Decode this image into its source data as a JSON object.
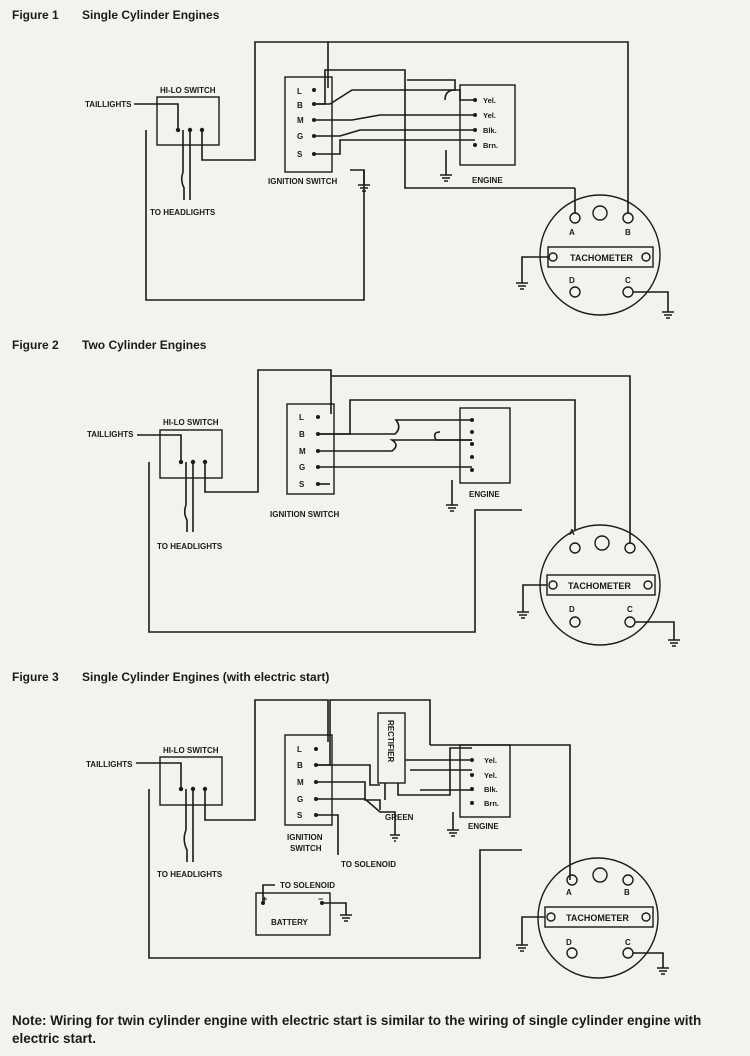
{
  "figures": [
    {
      "number": "Figure 1",
      "title": "Single Cylinder Engines"
    },
    {
      "number": "Figure 2",
      "title": "Two Cylinder Engines"
    },
    {
      "number": "Figure 3",
      "title": "Single Cylinder Engines (with electric start)"
    }
  ],
  "labels": {
    "taillights": "TAILLIGHTS",
    "hilo_switch": "HI-LO SWITCH",
    "to_headlights": "TO HEADLIGHTS",
    "ignition_switch": "IGNITION SWITCH",
    "ignition": "IGNITION",
    "switch": "SWITCH",
    "engine": "ENGINE",
    "tachometer": "TACHOMETER",
    "rectifier": "RECTIFIER",
    "green": "GREEN",
    "to_solenoid": "TO SOLENOID",
    "battery": "BATTERY",
    "plus": "+",
    "minus": "−"
  },
  "ignition_terminals": [
    "L",
    "B",
    "M",
    "G",
    "S"
  ],
  "engine_terminals": [
    "Yel.",
    "Yel.",
    "Blk.",
    "Brn."
  ],
  "tach_terminals": [
    "A",
    "B",
    "C",
    "D"
  ],
  "note": "Note:  Wiring for twin cylinder engine with electric start is similar to the wiring of single cylinder engine with electric start."
}
